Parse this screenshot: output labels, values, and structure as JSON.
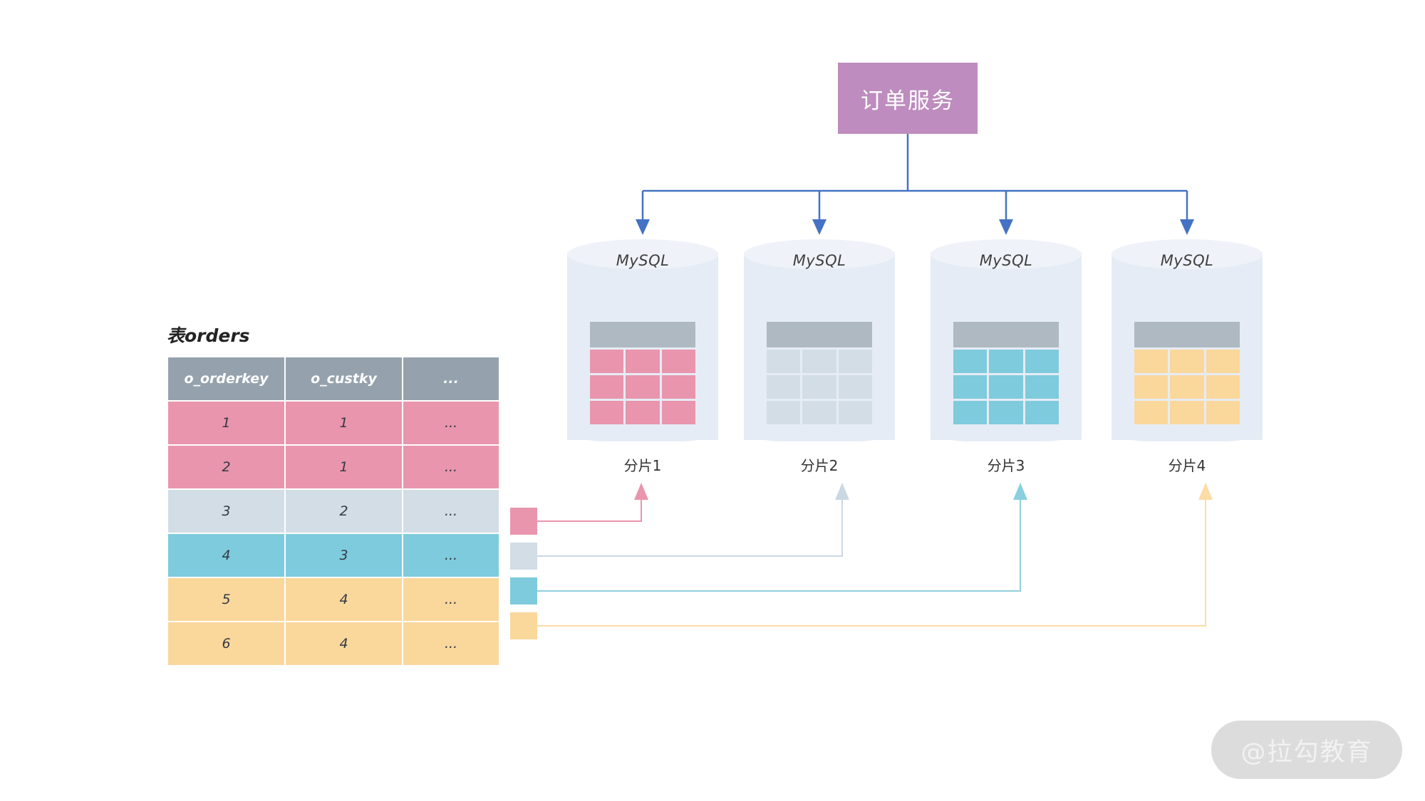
{
  "diagram": {
    "title_service": "订单服务",
    "colors": {
      "service_box": "#BE8CBE",
      "connector_blue": "#4472C4",
      "cylinder_body": "#E6ECF5",
      "cylinder_top": "#EFF3F9",
      "table_header": "#95A2AD",
      "mini_header": "#AEB9C2",
      "pink": "#E995AD",
      "lightblue": "#D2DDE6",
      "cyan": "#7ECBDD",
      "orange": "#FAD79B",
      "watermark_bg": "#DCDCDC"
    }
  },
  "source_table": {
    "caption": "表orders",
    "columns": [
      "o_orderkey",
      "o_custky",
      "..."
    ],
    "rows": [
      {
        "o_orderkey": "1",
        "o_custky": "1",
        "rest": "...",
        "color_key": "pink"
      },
      {
        "o_orderkey": "2",
        "o_custky": "1",
        "rest": "...",
        "color_key": "pink"
      },
      {
        "o_orderkey": "3",
        "o_custky": "2",
        "rest": "...",
        "color_key": "lightblue"
      },
      {
        "o_orderkey": "4",
        "o_custky": "3",
        "rest": "...",
        "color_key": "cyan"
      },
      {
        "o_orderkey": "5",
        "o_custky": "4",
        "rest": "...",
        "color_key": "orange"
      },
      {
        "o_orderkey": "6",
        "o_custky": "4",
        "rest": "...",
        "color_key": "orange"
      }
    ]
  },
  "shards": [
    {
      "db_label": "MySQL",
      "shard_label": "分片1",
      "color_key": "pink",
      "color": "#E995AD"
    },
    {
      "db_label": "MySQL",
      "shard_label": "分片2",
      "color_key": "lightblue",
      "color": "#D2DDE6"
    },
    {
      "db_label": "MySQL",
      "shard_label": "分片3",
      "color_key": "cyan",
      "color": "#7ECBDD"
    },
    {
      "db_label": "MySQL",
      "shard_label": "分片4",
      "color_key": "orange",
      "color": "#FAD79B"
    }
  ],
  "legend_swatches": [
    {
      "color_key": "pink",
      "color": "#E995AD",
      "target_shard": "分片1"
    },
    {
      "color_key": "lightblue",
      "color": "#D2DDE6",
      "target_shard": "分片2"
    },
    {
      "color_key": "cyan",
      "color": "#7ECBDD",
      "target_shard": "分片3"
    },
    {
      "color_key": "orange",
      "color": "#FAD79B",
      "target_shard": "分片4"
    }
  ],
  "watermark": {
    "text": "@拉勾教育"
  }
}
